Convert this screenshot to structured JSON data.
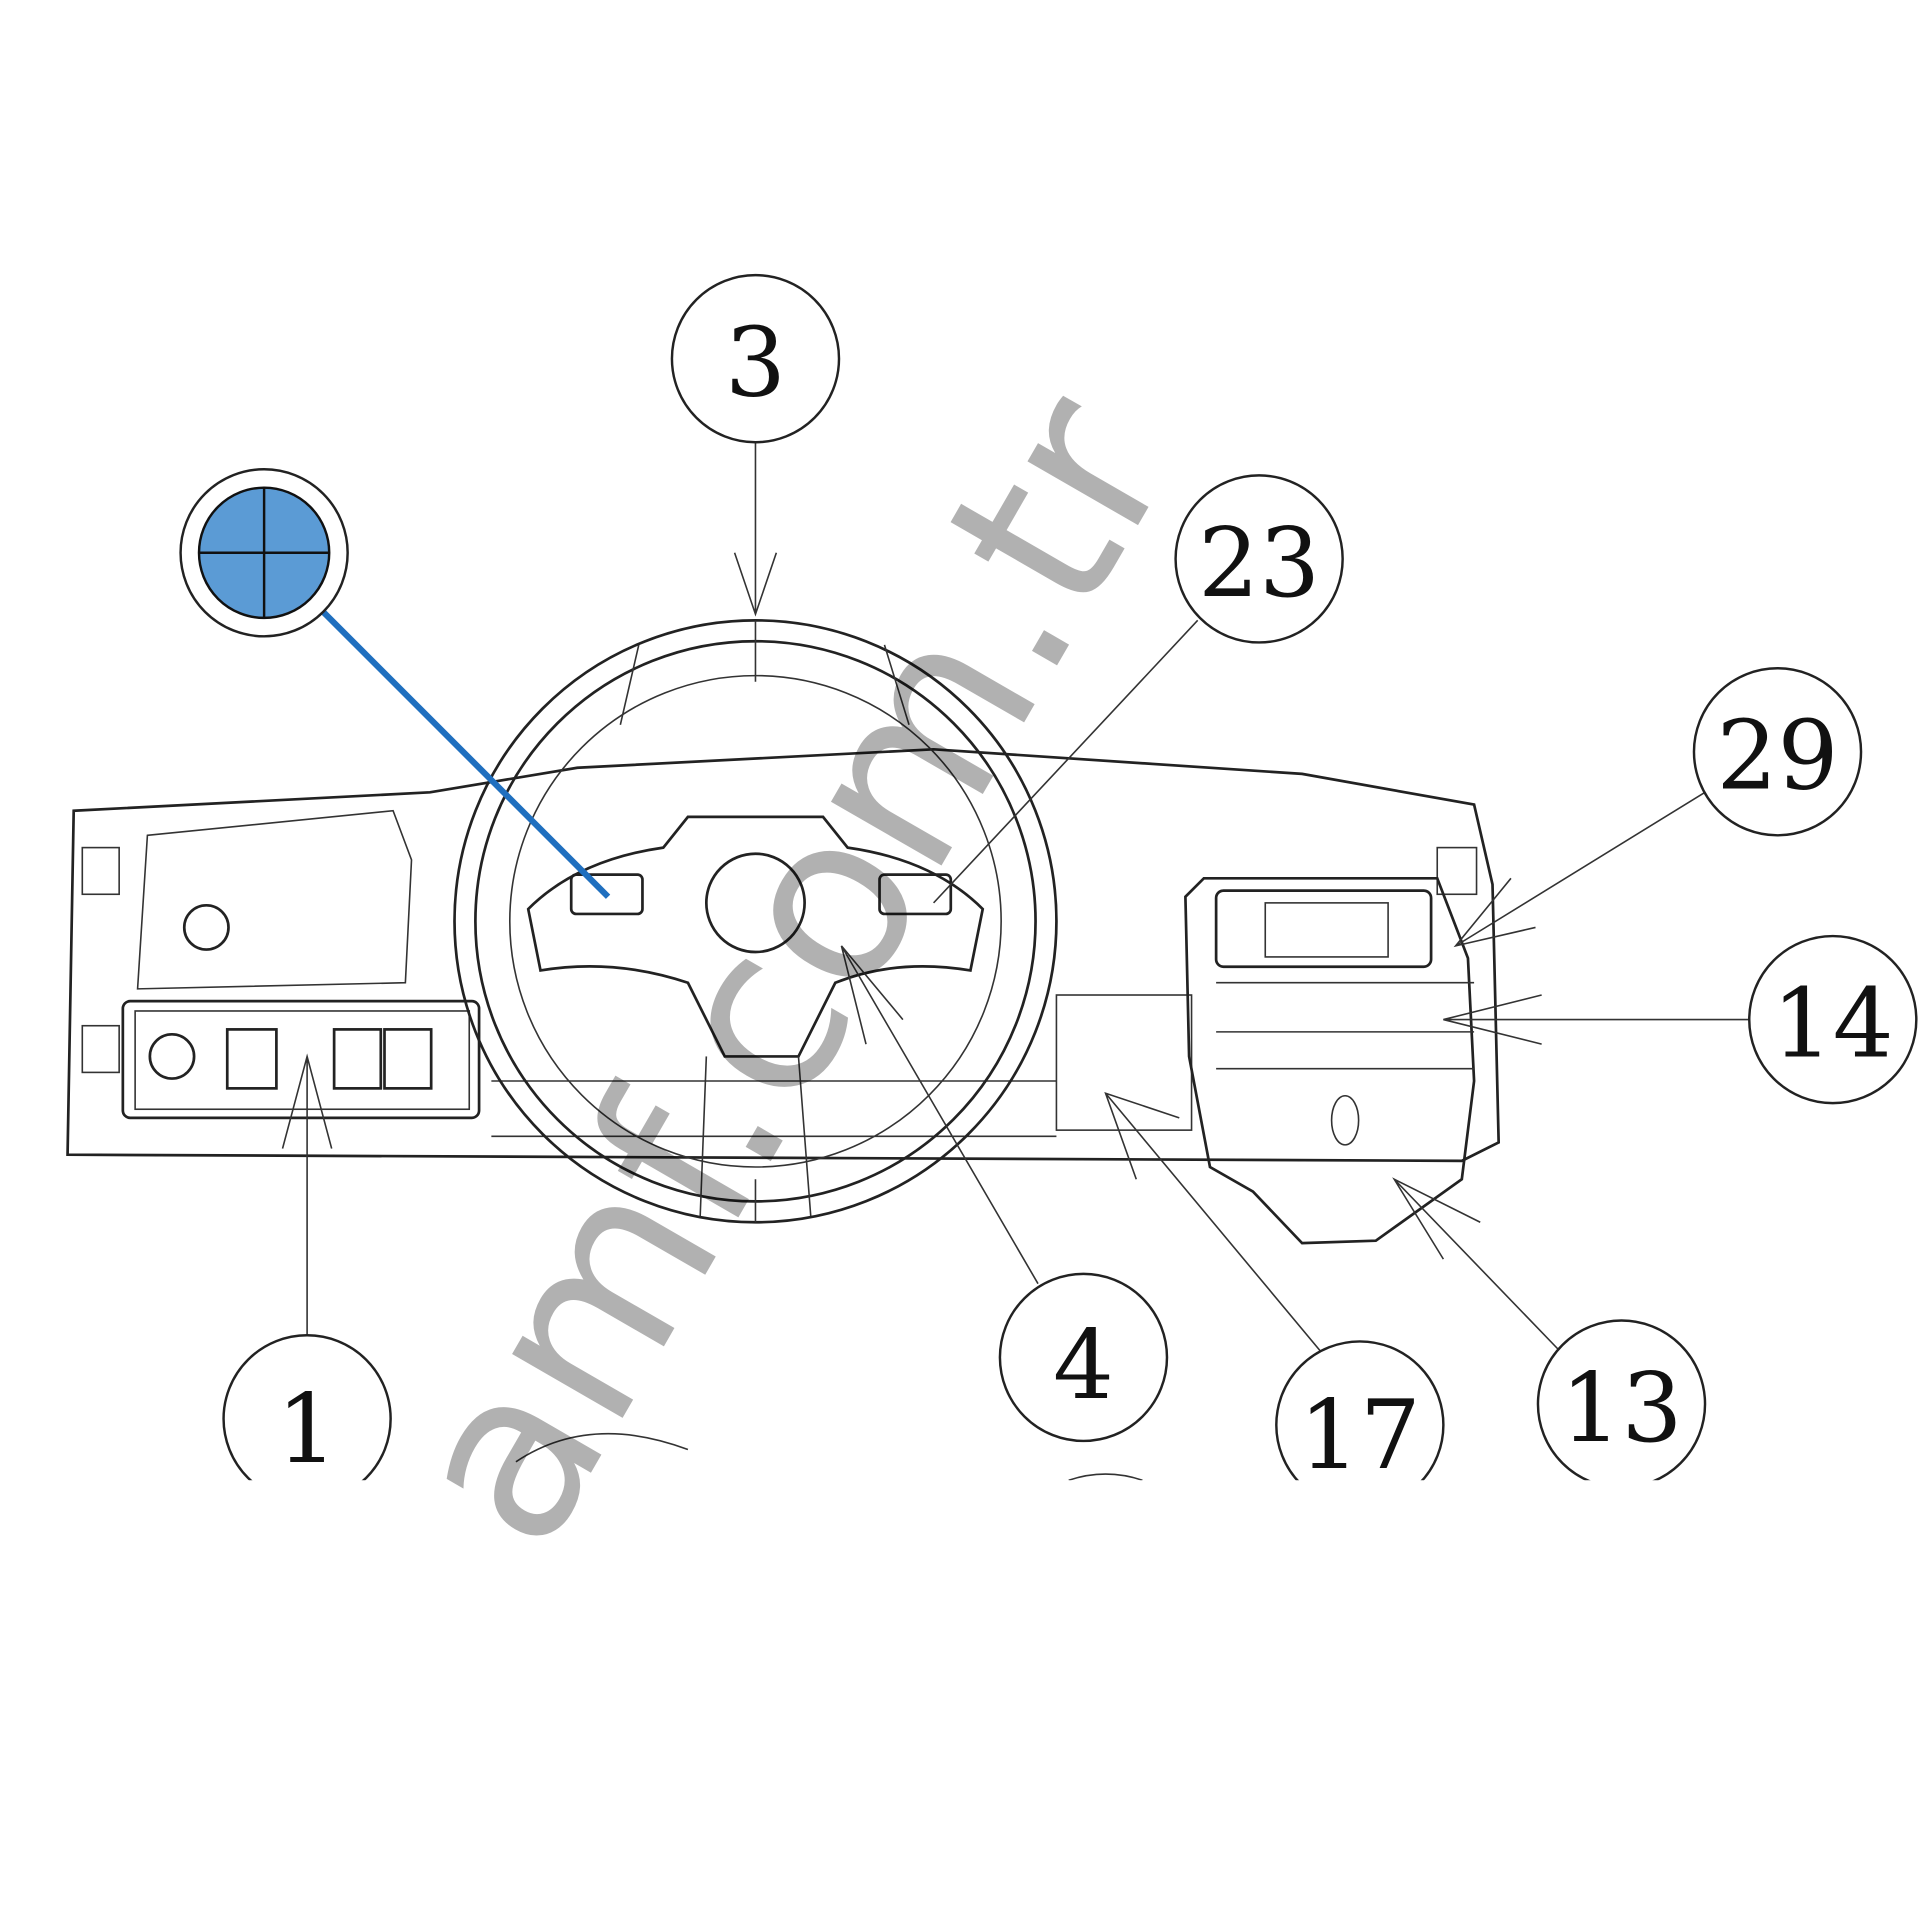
{
  "diagram": {
    "title_hidden": null,
    "callouts": [
      {
        "id": "3",
        "label": "3"
      },
      {
        "id": "23",
        "label": "23"
      },
      {
        "id": "29",
        "label": "29"
      },
      {
        "id": "14",
        "label": "14"
      },
      {
        "id": "13",
        "label": "13"
      },
      {
        "id": "17",
        "label": "17"
      },
      {
        "id": "4",
        "label": "4"
      },
      {
        "id": "1",
        "label": "1"
      }
    ],
    "hotspot": {
      "icon": "crosshair-icon",
      "color": "#5b9bd5",
      "line_color": "#1f6fbf"
    },
    "watermark": "amf.com.tr"
  }
}
